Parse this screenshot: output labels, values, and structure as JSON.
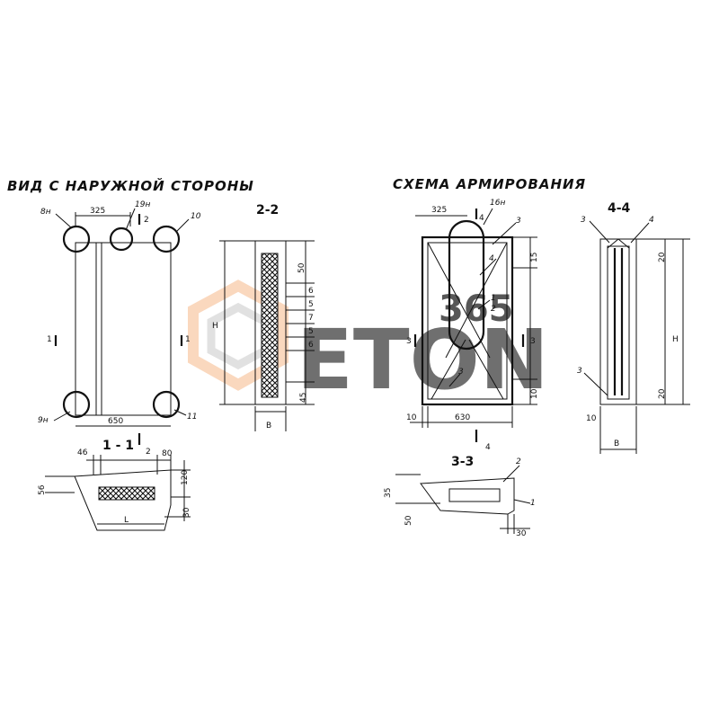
{
  "titles": {
    "left": "ВИД С НАРУЖНОЙ СТОРОНЫ",
    "right": "СХЕМА АРМИРОВАНИЯ"
  },
  "sections": {
    "s22": "2-2",
    "s11": "1 - 1",
    "s44": "4-4",
    "s33": "3-3"
  },
  "watermark": {
    "brand": "ETON",
    "number": "365",
    "color_main": "#c9c9c9",
    "color_accent": "#f6b98a"
  },
  "front_view": {
    "width_top": "325",
    "width_bottom": "650",
    "callouts": [
      "8н",
      "19н",
      "10",
      "9н",
      "11"
    ],
    "cut_marks": [
      "1",
      "1",
      "2",
      "2"
    ]
  },
  "section_22": {
    "height_label": "H",
    "width_label": "B",
    "dims": [
      "50",
      "6",
      "5",
      "7",
      "5",
      "6",
      "45"
    ]
  },
  "section_11": {
    "dims": [
      "46",
      "80",
      "120",
      "56",
      "30"
    ],
    "length_label": "L"
  },
  "reinforcement": {
    "width_top": "325",
    "width_bottom": "630",
    "left_offset": "10",
    "bottom_offset": "10",
    "right_dims": [
      "15",
      "10"
    ],
    "callouts": [
      "16н",
      "3",
      "4",
      "1",
      "2",
      "3"
    ],
    "cut_marks": [
      "4",
      "4",
      "3",
      "3"
    ]
  },
  "section_44": {
    "height_label": "H",
    "width_label": "B",
    "dims": [
      "20",
      "20",
      "10"
    ],
    "callouts": [
      "3",
      "4",
      "3"
    ]
  },
  "section_33": {
    "dims": [
      "35",
      "50",
      "30"
    ],
    "callouts": [
      "2",
      "1"
    ]
  }
}
